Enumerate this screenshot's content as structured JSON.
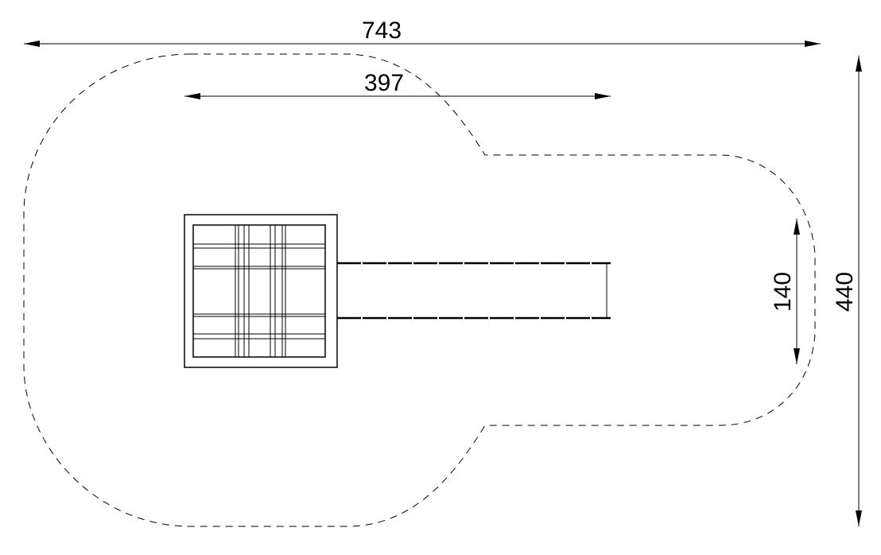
{
  "dimensions": {
    "overall_length": "743",
    "tower_to_slide_end": "397",
    "overall_width": "440",
    "slide_width": "140"
  },
  "colors": {
    "line": "#000000",
    "background": "#ffffff"
  }
}
